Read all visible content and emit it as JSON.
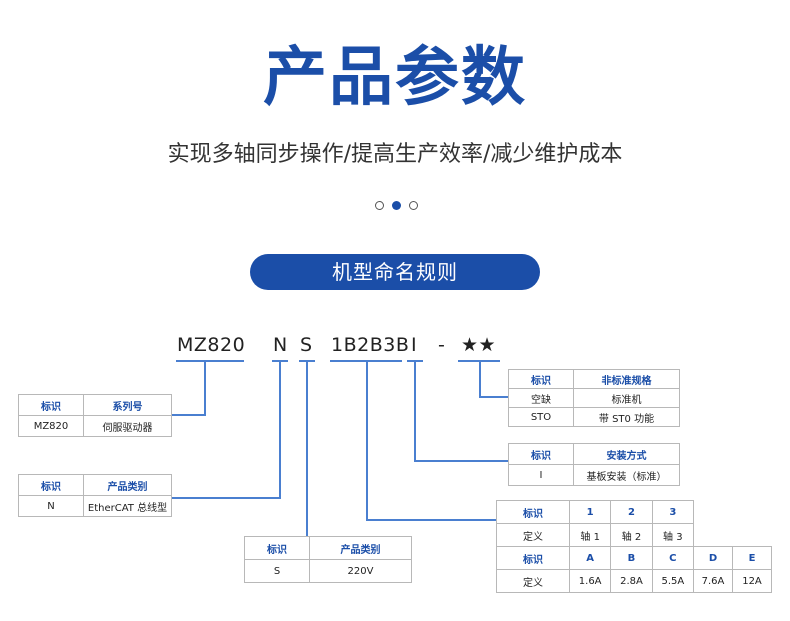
{
  "header": {
    "title": "产品参数",
    "subtitle": "实现多轴同步操作/提高生产效率/减少维护成本"
  },
  "section": {
    "title": "机型命名规则"
  },
  "model_code": {
    "series": "MZ820",
    "n": "N",
    "s": "S",
    "current": "1B2B3B",
    "install": "I",
    "dash": "-",
    "stars": "★★"
  },
  "tables": {
    "series": {
      "headers": [
        "标识",
        "系列号"
      ],
      "rows": [
        [
          "MZ820",
          "伺服驱动器"
        ]
      ]
    },
    "category_n": {
      "headers": [
        "标识",
        "产品类别"
      ],
      "rows": [
        [
          "N",
          "EtherCAT 总线型"
        ]
      ]
    },
    "category_s": {
      "headers": [
        "标识",
        "产品类别"
      ],
      "rows": [
        [
          "S",
          "220V"
        ]
      ]
    },
    "nonstandard": {
      "headers": [
        "标识",
        "非标准规格"
      ],
      "rows": [
        [
          "空缺",
          "标准机"
        ],
        [
          "STO",
          "带 ST0 功能"
        ]
      ]
    },
    "install": {
      "headers": [
        "标识",
        "安装方式"
      ],
      "rows": [
        [
          "I",
          "基板安装（标准）"
        ]
      ]
    },
    "axis": {
      "header_label": "标识",
      "axis_ids": [
        "1",
        "2",
        "3"
      ],
      "def_label": "定义",
      "axis_defs": [
        "轴 1",
        "轴 2",
        "轴 3"
      ],
      "current_header_label": "标识",
      "current_ids": [
        "A",
        "B",
        "C",
        "D",
        "E"
      ],
      "current_def_label": "定义",
      "current_values": [
        "1.6A",
        "2.8A",
        "5.5A",
        "7.6A",
        "12A"
      ]
    }
  },
  "colors": {
    "brand_blue": "#1b4ea8",
    "line_blue": "#4a7fd0"
  }
}
